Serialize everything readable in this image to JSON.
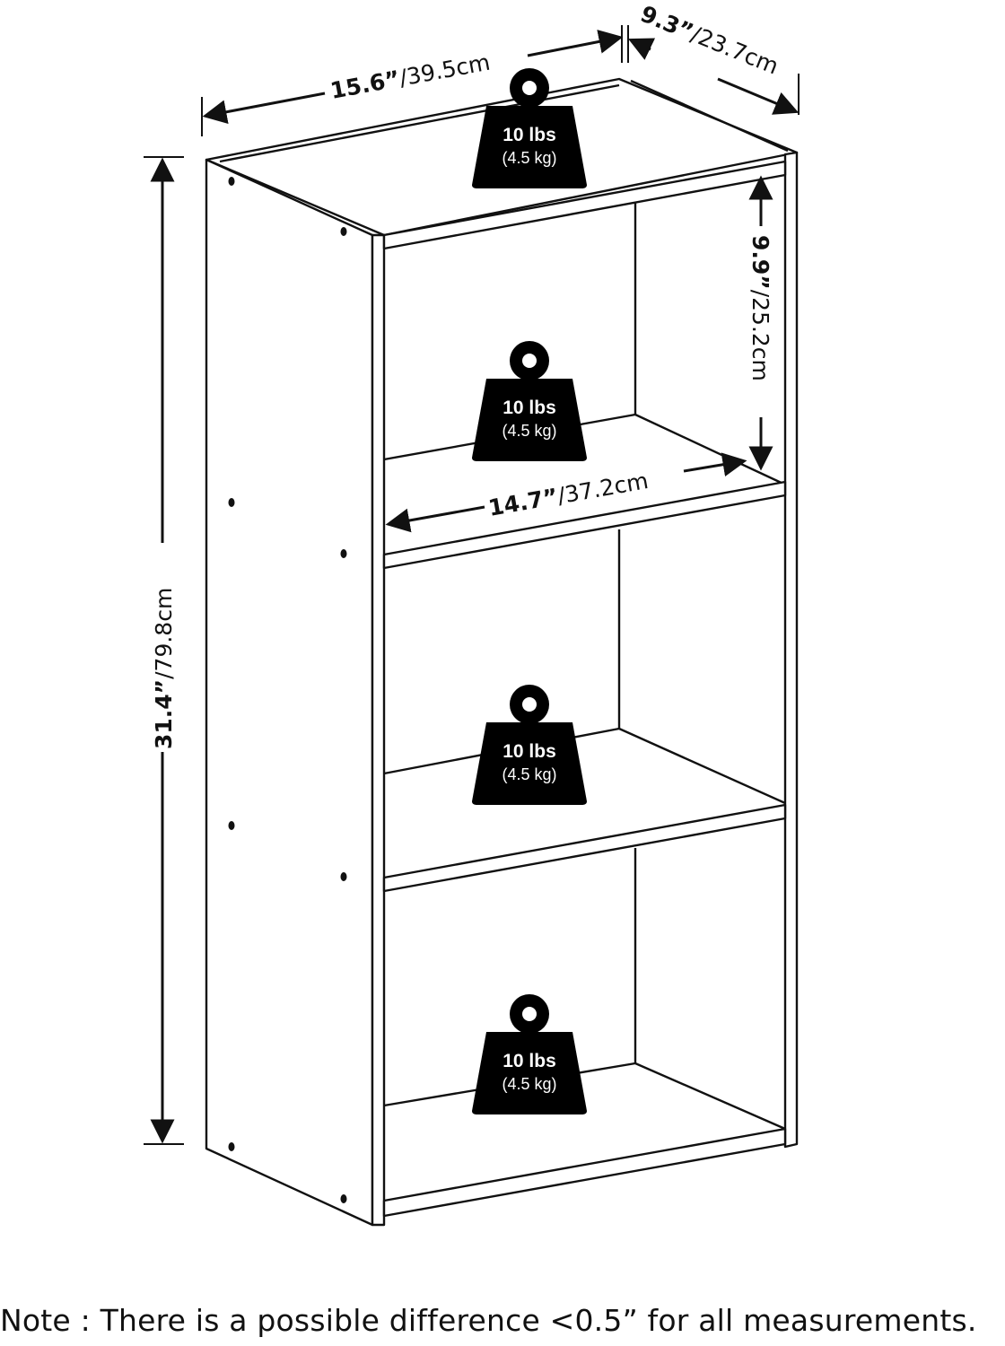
{
  "dimensions": {
    "width": {
      "imperial": "15.6”",
      "metric": "/39.5cm"
    },
    "depth": {
      "imperial": "9.3”",
      "metric": "/23.7cm"
    },
    "height": {
      "imperial": "31.4”",
      "metric": "/79.8cm"
    },
    "shelf_height": {
      "imperial": "9.9”",
      "metric": "/25.2cm"
    },
    "shelf_width": {
      "imperial": "14.7”",
      "metric": "/37.2cm"
    }
  },
  "weights": [
    {
      "lbs": "10 lbs",
      "kg": "(4.5 kg)"
    },
    {
      "lbs": "10 lbs",
      "kg": "(4.5 kg)"
    },
    {
      "lbs": "10 lbs",
      "kg": "(4.5 kg)"
    },
    {
      "lbs": "10 lbs",
      "kg": "(4.5 kg)"
    }
  ],
  "note": "Note : There is a possible difference <0.5” for all measurements.",
  "colors": {
    "line": "#111111",
    "weight_fill": "#000000",
    "background": "#ffffff"
  }
}
